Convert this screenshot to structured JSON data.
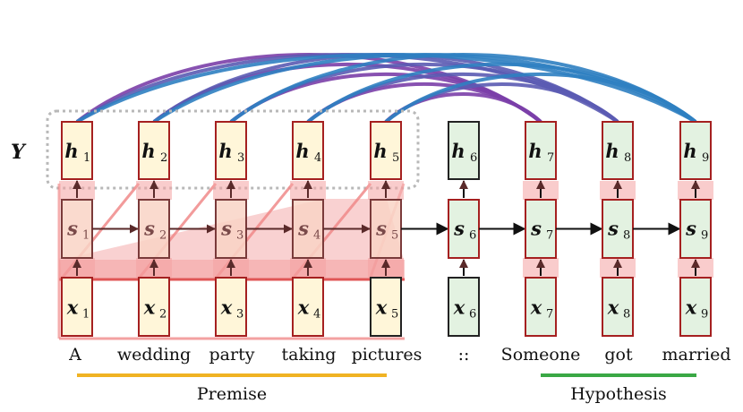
{
  "y_label": "Y",
  "premise_label": "Premise",
  "hypothesis_label": "Hypothesis",
  "separator": "::",
  "words": [
    "A",
    "wedding",
    "party",
    "taking",
    "pictures",
    "::",
    "Someone",
    "got",
    "married"
  ],
  "columns": [
    {
      "h": "h",
      "h_sub": "1",
      "s": "s",
      "s_sub": "1",
      "x": "x",
      "x_sub": "1"
    },
    {
      "h": "h",
      "h_sub": "2",
      "s": "s",
      "s_sub": "2",
      "x": "x",
      "x_sub": "2"
    },
    {
      "h": "h",
      "h_sub": "3",
      "s": "s",
      "s_sub": "3",
      "x": "x",
      "x_sub": "3"
    },
    {
      "h": "h",
      "h_sub": "4",
      "s": "s",
      "s_sub": "4",
      "x": "x",
      "x_sub": "4"
    },
    {
      "h": "h",
      "h_sub": "5",
      "s": "s",
      "s_sub": "5",
      "x": "x",
      "x_sub": "5"
    },
    {
      "h": "h",
      "h_sub": "6",
      "s": "s",
      "s_sub": "6",
      "x": "x",
      "x_sub": "6"
    },
    {
      "h": "h",
      "h_sub": "7",
      "s": "s",
      "s_sub": "7",
      "x": "x",
      "x_sub": "7"
    },
    {
      "h": "h",
      "h_sub": "8",
      "s": "s",
      "s_sub": "8",
      "x": "x",
      "x_sub": "8"
    },
    {
      "h": "h",
      "h_sub": "9",
      "s": "s",
      "s_sub": "9",
      "x": "x",
      "x_sub": "9"
    }
  ],
  "colors": {
    "premise_fill": "#fff6d9",
    "hypothesis_fill": "#e3f2e1",
    "state_fill_premise": "#f9d3c5",
    "border_red": "#a52020",
    "border_dark": "#222222",
    "attention_band": "#f08a8a",
    "premise_underline": "#f0b323",
    "hypothesis_underline": "#3aa845",
    "arc_purple": "#8e3ea7",
    "arc_blue": "#2f7fc1"
  }
}
